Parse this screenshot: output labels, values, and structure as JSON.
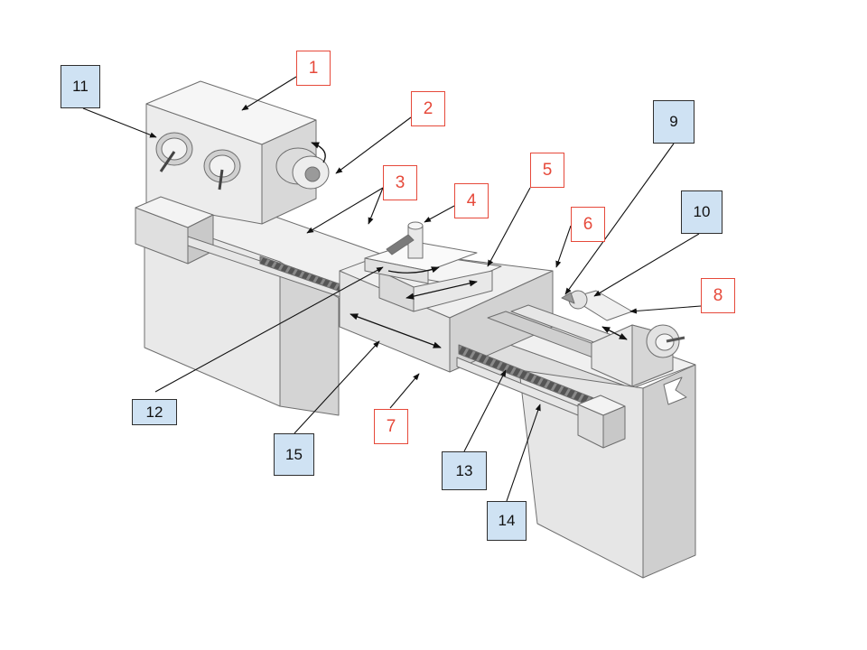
{
  "callouts": {
    "c1": "1",
    "c2": "2",
    "c3": "3",
    "c4": "4",
    "c5": "5",
    "c6": "6",
    "c7": "7",
    "c8": "8",
    "c9": "9",
    "c10": "10",
    "c11": "11",
    "c12": "12",
    "c13": "13",
    "c14": "14",
    "c15": "15"
  },
  "colors": {
    "red_label": "#e6493a",
    "blue_label_fill": "#cfe2f3",
    "machine_light": "#f2f2f2",
    "machine_mid": "#dcdcdc",
    "machine_dark": "#bdbdbd",
    "leader_line": "#111111"
  }
}
